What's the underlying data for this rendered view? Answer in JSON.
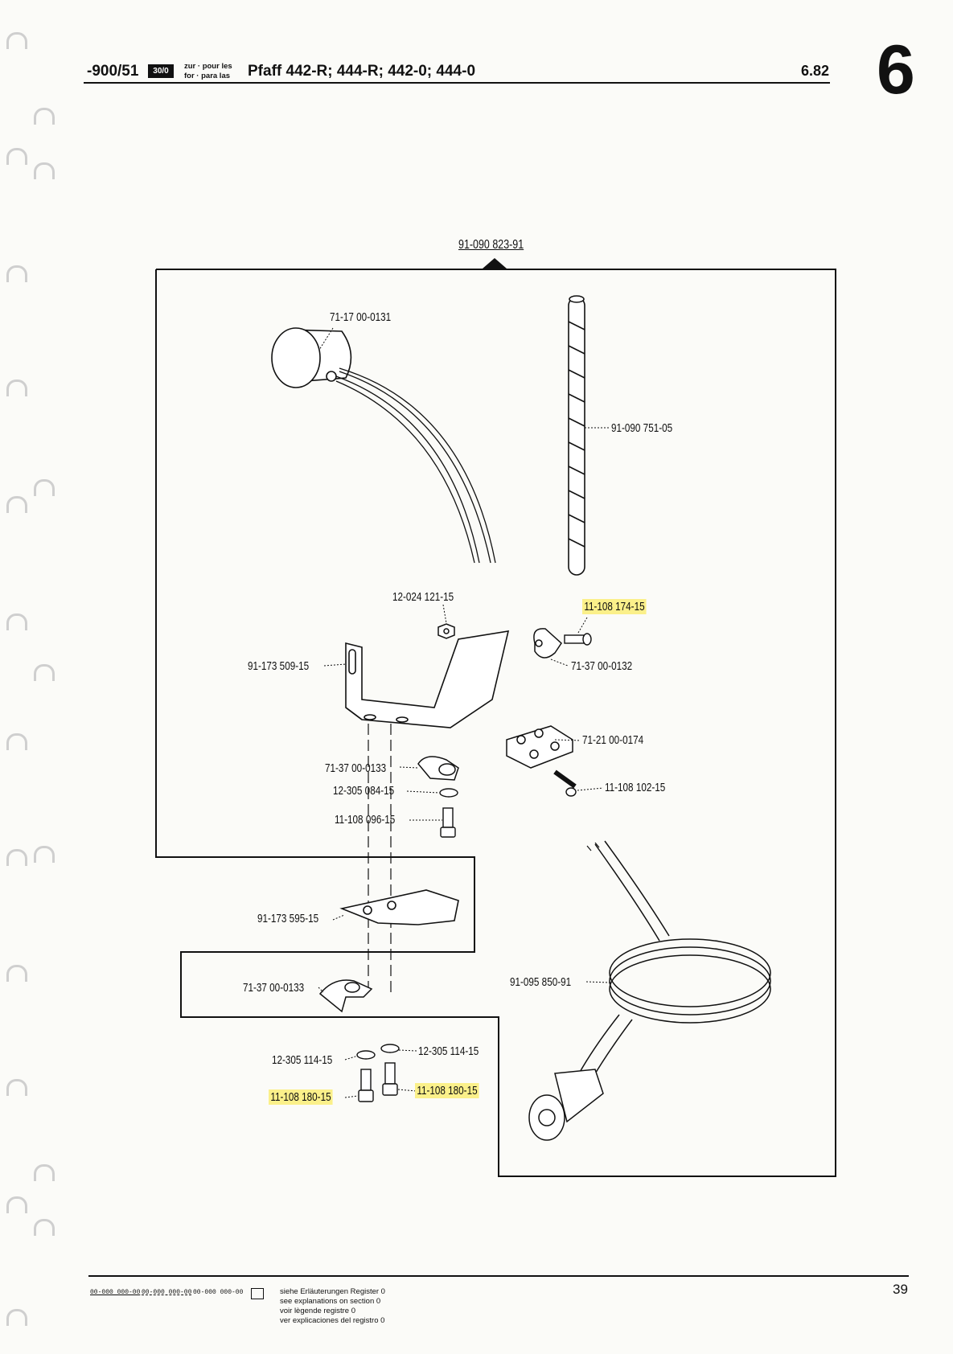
{
  "header": {
    "code": "-900/51",
    "badge": "30/0",
    "lang_line1": "zur · pour les",
    "lang_line2": "for · para las",
    "title": "Pfaff 442-R; 444-R; 442-0; 444-0",
    "date": "6.82",
    "section": "6"
  },
  "assembly_number": "91-090 823-91",
  "parts": {
    "p1": "71-17 00-0131",
    "p2": "91-090 751-05",
    "p3": "12-024 121-15",
    "p4": "11-108 174-15",
    "p5": "91-173 509-15",
    "p6": "71-37 00-0132",
    "p7": "71-21 00-0174",
    "p8": "11-108 102-15",
    "p9": "71-37 00-0133",
    "p10": "12-305 084-15",
    "p11": "11-108 096-15",
    "p12": "91-173 595-15",
    "p13": "71-37 00-0133",
    "p14": "91-095 850-91",
    "p15": "12-305 114-15",
    "p16": "12-305 114-15",
    "p17": "11-108 180-15",
    "p18": "11-108 180-15"
  },
  "highlight_color": "#fbf08a",
  "footer": {
    "code1": "00-000 000-00",
    "code2": "00-000 000-00",
    "code3": "00-000 000-00",
    "note1": "siehe Erläuterungen Register 0",
    "note2": "see explanations on section 0",
    "note3": "voir lègende registre 0",
    "note4": "ver explicaciones del registro 0",
    "page": "39"
  }
}
